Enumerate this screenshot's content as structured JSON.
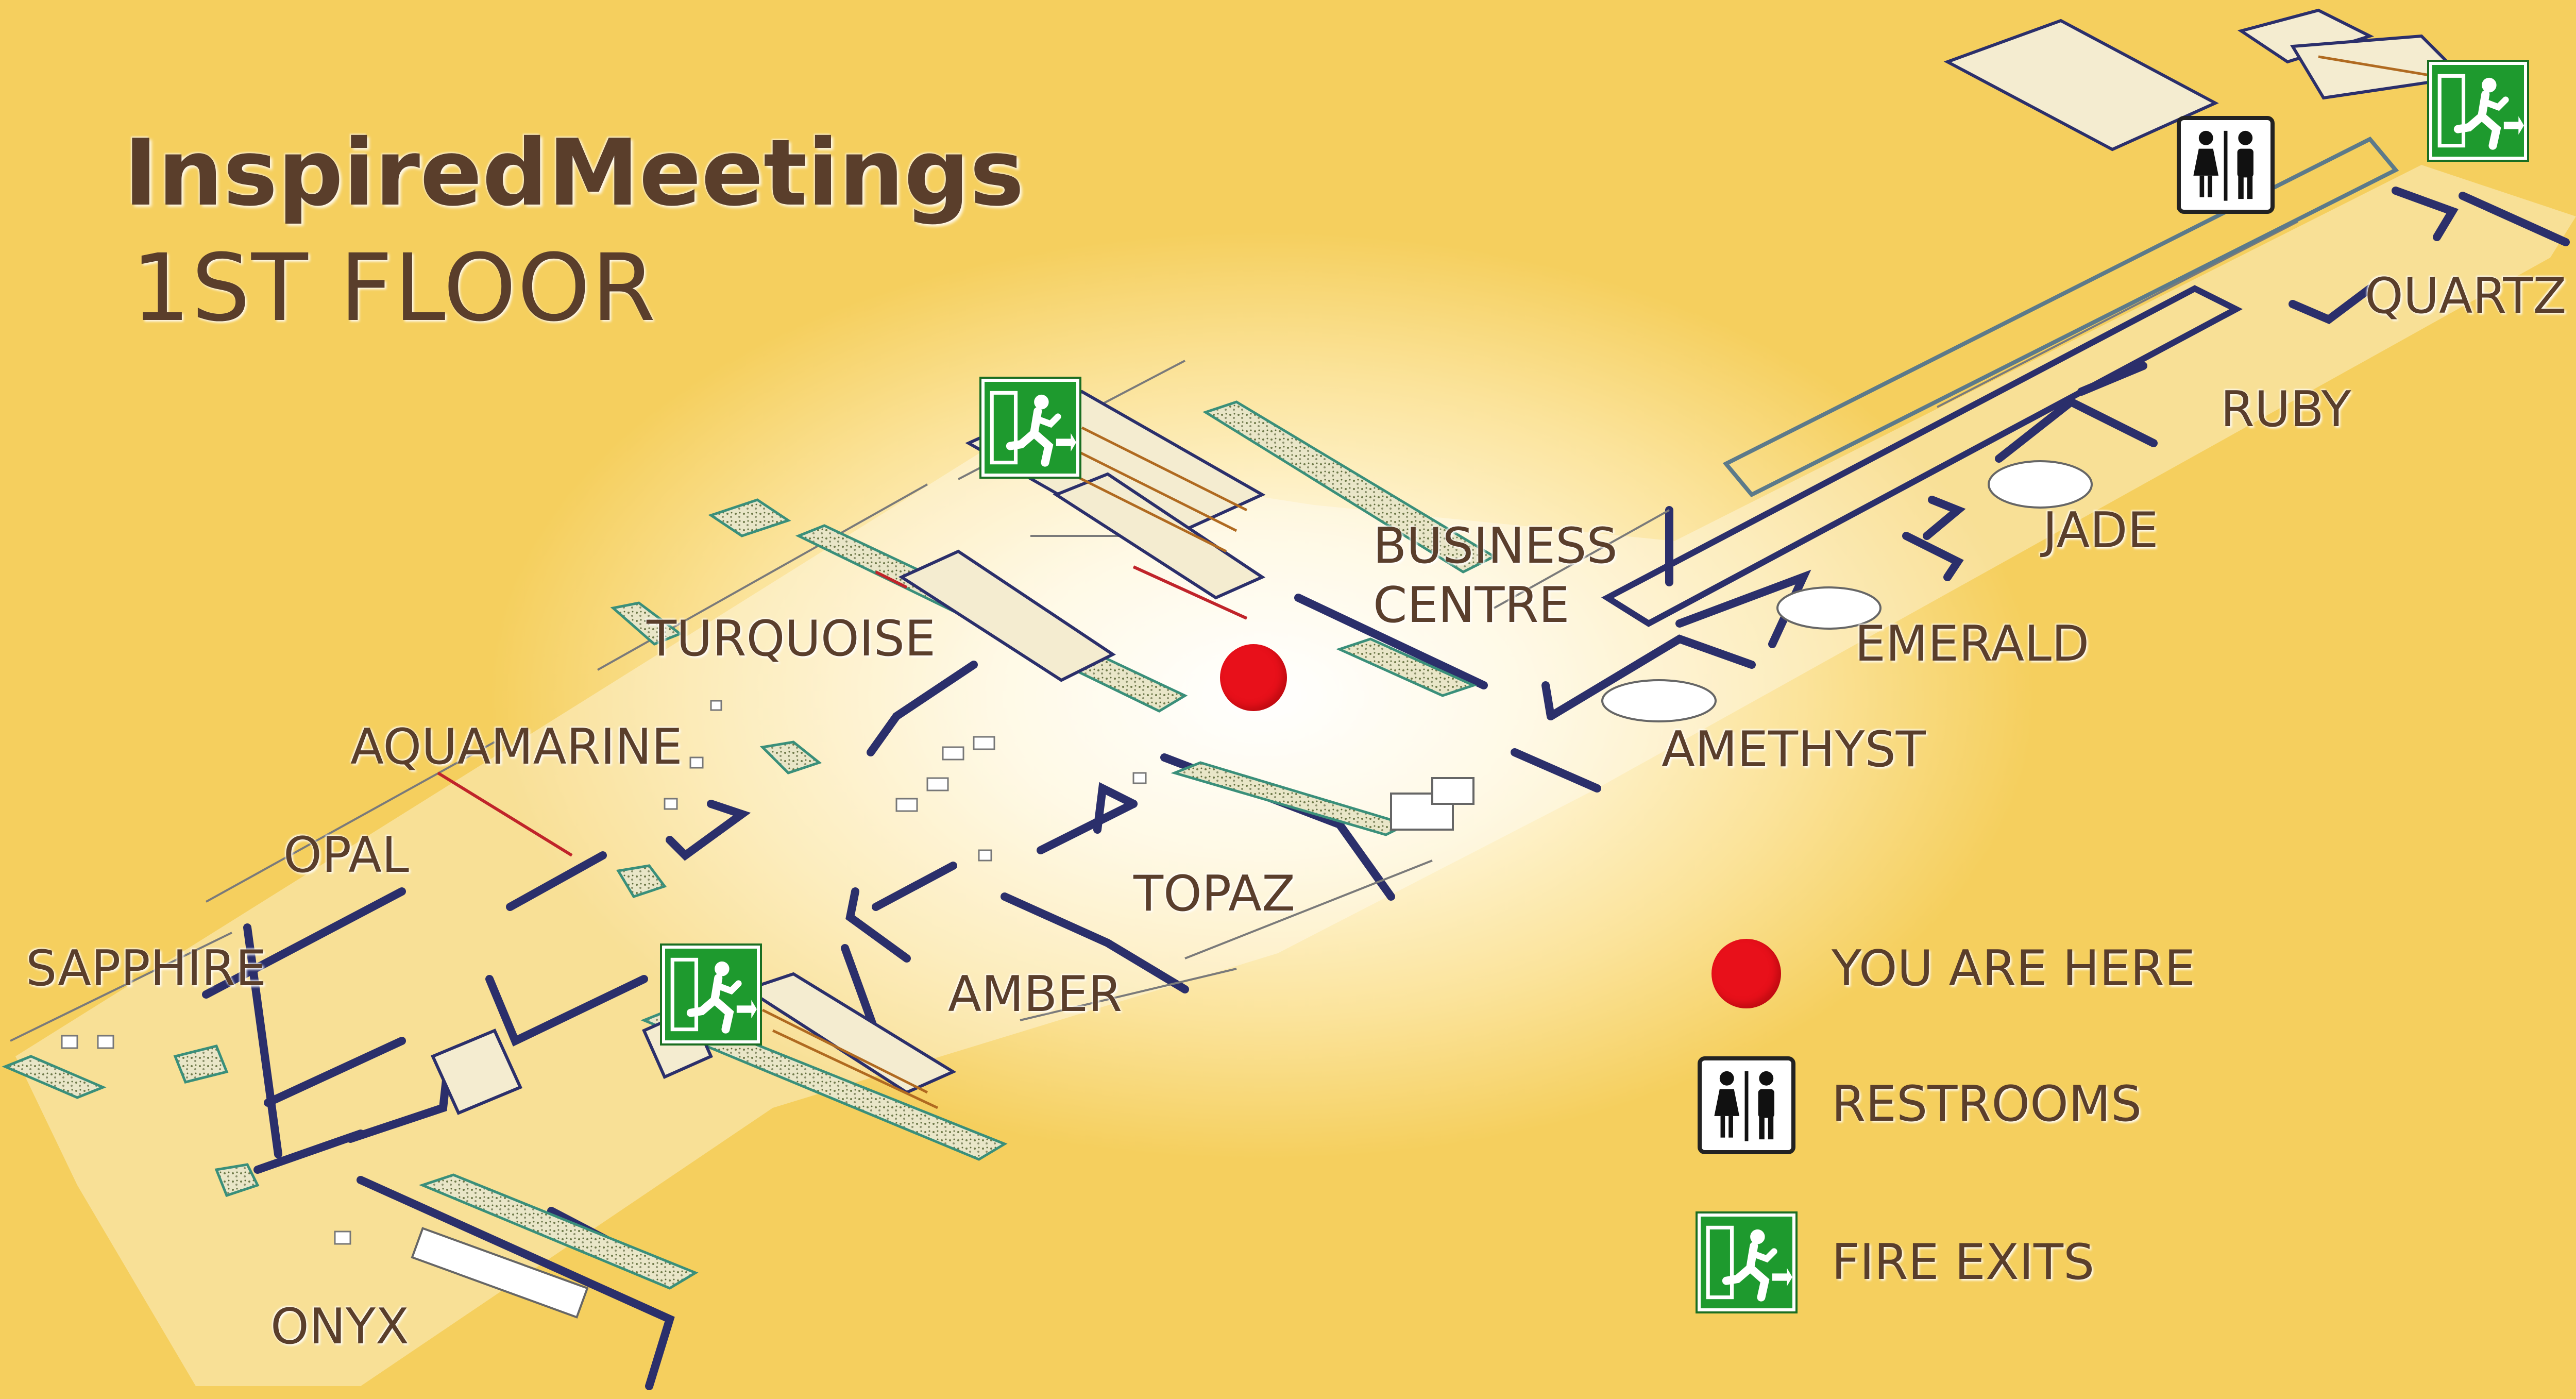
{
  "header": {
    "brand": "InspiredMeetings",
    "floor": "1ST FLOOR"
  },
  "rooms": {
    "sapphire": "SAPPHIRE",
    "opal": "OPAL",
    "aquamarine": "AQUAMARINE",
    "turquoise": "TURQUOISE",
    "business_line1": "BUSINESS",
    "business_line2": "CENTRE",
    "topaz": "TOPAZ",
    "amber": "AMBER",
    "onyx": "ONYX",
    "amethyst": "AMETHYST",
    "emerald": "EMERALD",
    "jade": "JADE",
    "ruby": "RUBY",
    "quartz": "QUARTZ"
  },
  "legend": {
    "you_are_here": "YOU ARE HERE",
    "restrooms": "RESTROOMS",
    "fire_exits": "FIRE EXITS"
  },
  "icons": {
    "fire_exit": "fire-exit-icon",
    "restroom": "restroom-icon",
    "marker": "you-are-here-marker"
  },
  "colors": {
    "you_are_here": "#e8101a",
    "fire_exit_sign": "#1e9a2e",
    "label_text": "#5a3e2b",
    "wall": "#2b2f6b"
  }
}
